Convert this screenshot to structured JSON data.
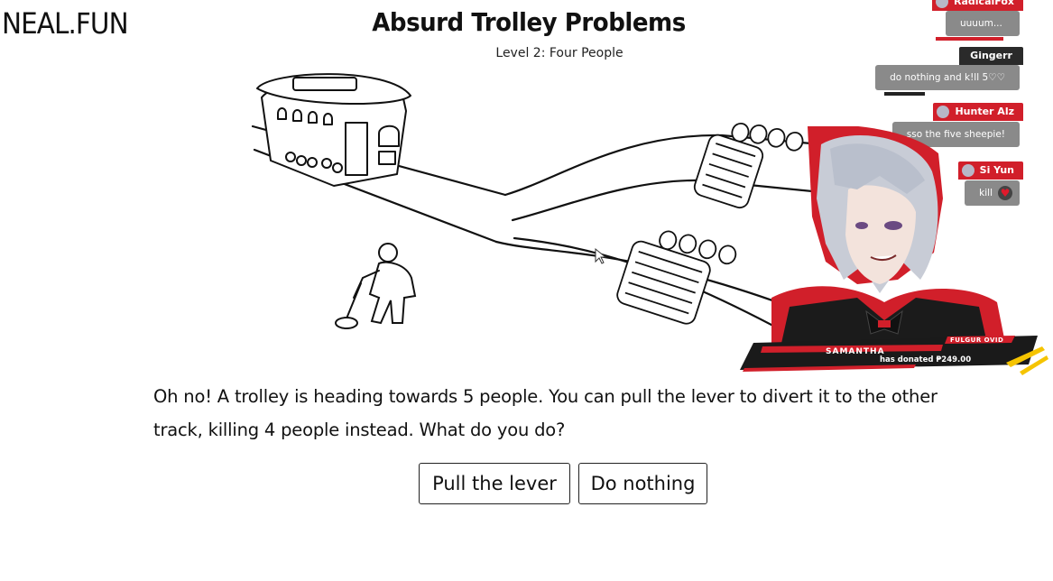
{
  "header": {
    "logo": "NEAL.FUN",
    "title": "Absurd Trolley Problems",
    "level": "Level 2: Four People"
  },
  "scenario": {
    "question": "Oh no! A trolley is heading towards 5 people. You can pull the lever to divert it to the other track, killing 4 people instead. What do you do?"
  },
  "actions": {
    "pull_label": "Pull the lever",
    "nothing_label": "Do nothing"
  },
  "stream_overlay": {
    "chat": [
      {
        "user": "RadicalFox",
        "message": "uuuum..."
      },
      {
        "user": "Gingerr",
        "message": "do nothing and k!ll 5♡♡"
      },
      {
        "user": "Hunter Alz",
        "message": "sso the five sheepie!"
      },
      {
        "user": "Si Yun",
        "message": "kill"
      }
    ],
    "alert": {
      "tag": "FULGUR OVID",
      "name": "SAMANTHA",
      "message": "has donated ₱249.00"
    }
  },
  "colors": {
    "accent": "#d11f2a",
    "chat_bubble": "#8a8a8a",
    "ink": "#111111"
  }
}
